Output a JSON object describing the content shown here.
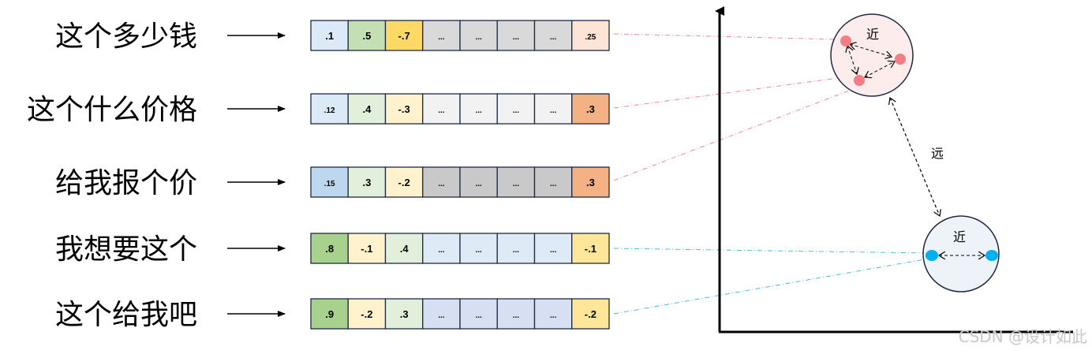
{
  "rows": [
    {
      "sentence": "这个多少钱",
      "group": "red",
      "cells": [
        {
          "v": ".1",
          "c": "#DCE9F7"
        },
        {
          "v": ".5",
          "c": "#C5DFB4"
        },
        {
          "v": "-.7",
          "c": "#FFD966"
        },
        {
          "v": "...",
          "c": "#D9D9D9"
        },
        {
          "v": "...",
          "c": "#D9D9D9"
        },
        {
          "v": "...",
          "c": "#D9D9D9"
        },
        {
          "v": "...",
          "c": "#D9D9D9"
        },
        {
          "v": ".25",
          "c": "#FCE4D6"
        }
      ]
    },
    {
      "sentence": "这个什么价格",
      "group": "red",
      "cells": [
        {
          "v": ".12",
          "c": "#DCE9F7"
        },
        {
          "v": ".4",
          "c": "#E2EFDA"
        },
        {
          "v": "-.3",
          "c": "#FFF2CC"
        },
        {
          "v": "...",
          "c": "#F2F2F2"
        },
        {
          "v": "...",
          "c": "#F2F2F2"
        },
        {
          "v": "...",
          "c": "#F2F2F2"
        },
        {
          "v": "...",
          "c": "#F2F2F2"
        },
        {
          "v": ".3",
          "c": "#F4B183"
        }
      ]
    },
    {
      "sentence": "给我报个价",
      "group": "red",
      "cells": [
        {
          "v": ".15",
          "c": "#BDD7EE"
        },
        {
          "v": ".3",
          "c": "#E2EFDA"
        },
        {
          "v": "-.2",
          "c": "#FFF2CC"
        },
        {
          "v": "...",
          "c": "#C9C9C9"
        },
        {
          "v": "...",
          "c": "#C9C9C9"
        },
        {
          "v": "...",
          "c": "#C9C9C9"
        },
        {
          "v": "...",
          "c": "#C9C9C9"
        },
        {
          "v": ".3",
          "c": "#F4B183"
        }
      ]
    },
    {
      "sentence": "我想要这个",
      "group": "blue",
      "cells": [
        {
          "v": ".8",
          "c": "#A9D18E"
        },
        {
          "v": "-.1",
          "c": "#FFF2CC"
        },
        {
          "v": ".4",
          "c": "#E2EFDA"
        },
        {
          "v": "...",
          "c": "#DEEBF7"
        },
        {
          "v": "...",
          "c": "#DEEBF7"
        },
        {
          "v": "...",
          "c": "#DEEBF7"
        },
        {
          "v": "...",
          "c": "#DEEBF7"
        },
        {
          "v": "-.1",
          "c": "#FFE699"
        }
      ]
    },
    {
      "sentence": "这个给我吧",
      "group": "blue",
      "cells": [
        {
          "v": ".9",
          "c": "#A9D18E"
        },
        {
          "v": "-.2",
          "c": "#FFF2CC"
        },
        {
          "v": ".3",
          "c": "#E2EFDA"
        },
        {
          "v": "...",
          "c": "#D6E0F2"
        },
        {
          "v": "...",
          "c": "#D6E0F2"
        },
        {
          "v": "...",
          "c": "#D6E0F2"
        },
        {
          "v": "...",
          "c": "#D6E0F2"
        },
        {
          "v": "-.2",
          "c": "#FFE699"
        }
      ]
    }
  ],
  "cluster_red": {
    "label": "近",
    "point_color": "#F47C85",
    "fill": "#FDECEC",
    "line_color": "#F47C85"
  },
  "cluster_blue": {
    "label": "近",
    "point_color": "#00B0F0",
    "fill": "#EEF3FA",
    "line_color": "#33B7D8"
  },
  "far_label": "远",
  "watermark": "CSDN @设计如此"
}
